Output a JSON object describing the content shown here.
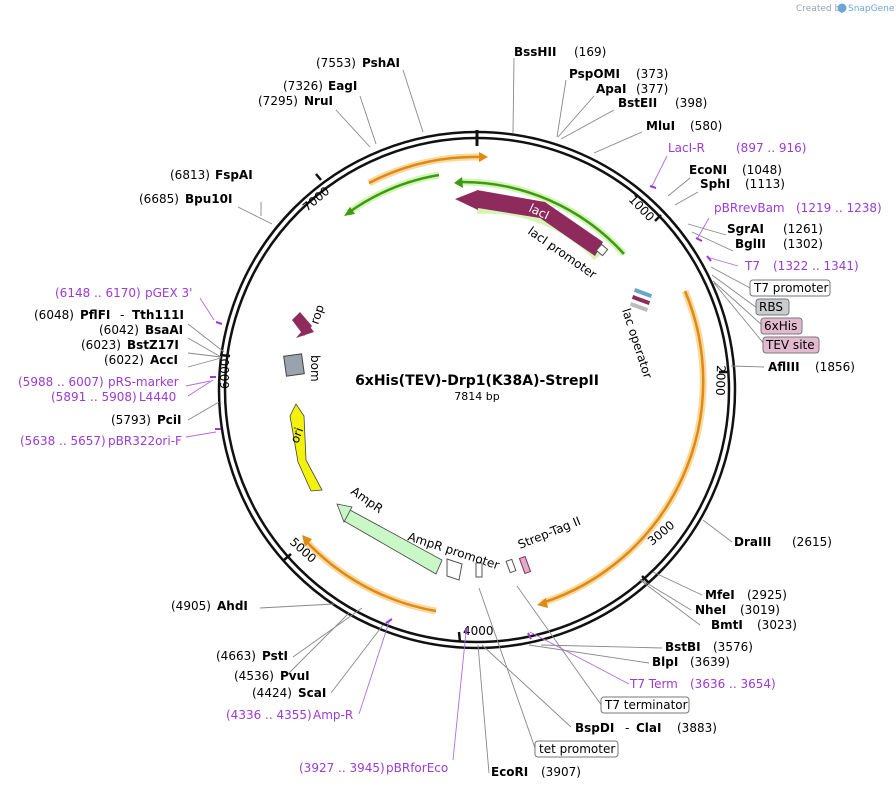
{
  "header": {
    "created_by": "Created by",
    "brand": "SnapGene"
  },
  "plasmid": {
    "name": "6xHis(TEV)-Drp1(K38A)-StrepII",
    "size": "7814 bp"
  },
  "ruler": [
    "1000",
    "2000",
    "3000",
    "4000",
    "5000",
    "6000",
    "7000"
  ],
  "colors": {
    "lacI": "#8e2b5c",
    "orange": "#e08a14",
    "green": "#3e9a14",
    "ampR": "#c9f7c5",
    "ori": "#f2f20a",
    "rop": "#8e2b5c",
    "primer": "#9b3bd1"
  },
  "features": {
    "lacI": "lacI",
    "lacI_promoter": "lacI promoter",
    "lac_operator": "lac operator",
    "rop": "rop",
    "bom": "bom",
    "ori": "ori",
    "AmpR": "AmpR",
    "AmpR_promoter": "AmpR promoter",
    "strep_tag": "Strep-Tag II"
  },
  "enzymes": [
    {
      "name": "PshAI",
      "pos": "(7553)"
    },
    {
      "name": "BssHII",
      "pos": "(169)"
    },
    {
      "name": "EagI",
      "pos": "(7326)"
    },
    {
      "name": "PspOMI",
      "pos": "(373)"
    },
    {
      "name": "NruI",
      "pos": "(7295)"
    },
    {
      "name": "ApaI",
      "pos": "(377)"
    },
    {
      "name": "BstEII",
      "pos": "(398)"
    },
    {
      "name": "MluI",
      "pos": "(580)"
    },
    {
      "name": "FspAI",
      "pos": "(6813)"
    },
    {
      "name": "EcoNI",
      "pos": "(1048)"
    },
    {
      "name": "SphI",
      "pos": "(1113)"
    },
    {
      "name": "Bpu10I",
      "pos": "(6685)"
    },
    {
      "name": "SgrAI",
      "pos": "(1261)"
    },
    {
      "name": "BglII",
      "pos": "(1302)"
    },
    {
      "name": "PflFI",
      "pos": "(6048)"
    },
    {
      "name": "Tth111I",
      "pos": ""
    },
    {
      "name": "BsaAI",
      "pos": "(6042)"
    },
    {
      "name": "BstZ17I",
      "pos": "(6023)"
    },
    {
      "name": "AccI",
      "pos": "(6022)"
    },
    {
      "name": "AflIII",
      "pos": "(1856)"
    },
    {
      "name": "PciI",
      "pos": "(5793)"
    },
    {
      "name": "DraIII",
      "pos": "(2615)"
    },
    {
      "name": "MfeI",
      "pos": "(2925)"
    },
    {
      "name": "AhdI",
      "pos": "(4905)"
    },
    {
      "name": "NheI",
      "pos": "(3019)"
    },
    {
      "name": "BmtI",
      "pos": "(3023)"
    },
    {
      "name": "BstBI",
      "pos": "(3576)"
    },
    {
      "name": "PstI",
      "pos": "(4663)"
    },
    {
      "name": "BlpI",
      "pos": "(3639)"
    },
    {
      "name": "PvuI",
      "pos": "(4536)"
    },
    {
      "name": "ScaI",
      "pos": "(4424)"
    },
    {
      "name": "BspDI",
      "pos": "(3883)"
    },
    {
      "name": "ClaI",
      "pos": ""
    },
    {
      "name": "EcoRI",
      "pos": "(3907)"
    }
  ],
  "primers": [
    {
      "name": "LacI-R",
      "range": "(897 .. 916)"
    },
    {
      "name": "pBRrevBam",
      "range": "(1219 .. 1238)"
    },
    {
      "name": "T7",
      "range": "(1322 .. 1341)"
    },
    {
      "name": "pGEX 3'",
      "range": "(6148 .. 6170)"
    },
    {
      "name": "pRS-marker",
      "range": "(5988 .. 6007)"
    },
    {
      "name": "L4440",
      "range": "(5891 .. 5908)"
    },
    {
      "name": "pBR322ori-F",
      "range": "(5638 .. 5657)"
    },
    {
      "name": "T7 Term",
      "range": "(3636 .. 3654)"
    },
    {
      "name": "Amp-R",
      "range": "(4336 .. 4355)"
    },
    {
      "name": "pBRforEco",
      "range": "(3927 .. 3945)"
    }
  ],
  "boxed": [
    "T7 promoter",
    "RBS",
    "6xHis",
    "TEV site",
    "T7 terminator",
    "tet promoter"
  ],
  "dash": "-"
}
